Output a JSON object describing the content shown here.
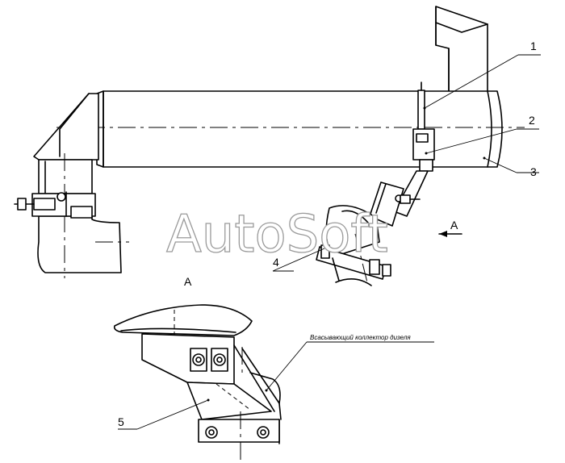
{
  "drawing": {
    "callouts": [
      "1",
      "2",
      "3",
      "4",
      "5"
    ],
    "view_label": "A",
    "view_arrow_label": "A",
    "intake_note": "Всасывающий коллектор дизеля"
  },
  "watermark": "AutoSoft"
}
